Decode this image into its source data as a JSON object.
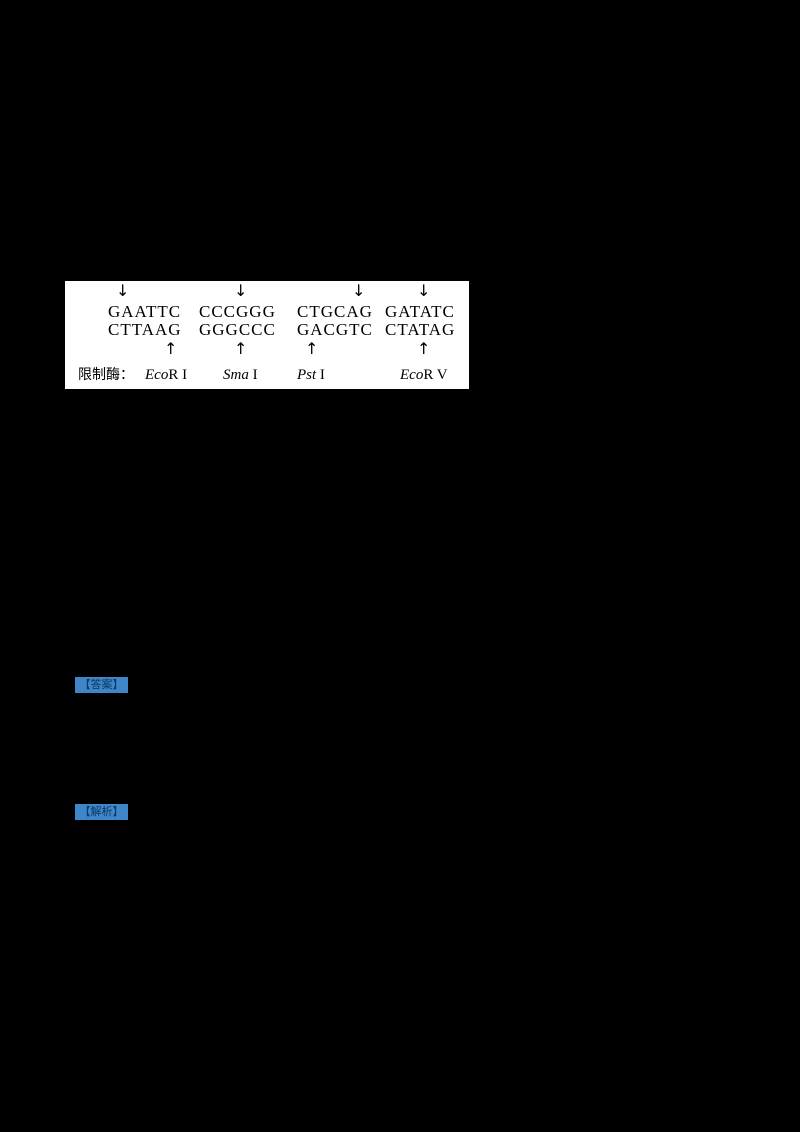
{
  "icons": {
    "cut_arrow_down": "↓",
    "cut_arrow_up": "↑"
  },
  "figure": {
    "enzyme_label": "限制酶：",
    "strands": {
      "top": [
        "GAATTC",
        "CCCGGG",
        "CTGCAG",
        "GATATC"
      ],
      "bottom": [
        "CTTAAG",
        "GGGCCC",
        "GACGTC",
        "CTATAG"
      ]
    },
    "enzymes": [
      {
        "italic": "Eco",
        "rest": "R I"
      },
      {
        "italic": "Sma",
        "rest": " I"
      },
      {
        "italic": "Pst",
        "rest": " I"
      },
      {
        "italic": "Eco",
        "rest": "R V"
      }
    ]
  },
  "badges": [
    {
      "label": "【答案】"
    },
    {
      "label": "【解析】"
    }
  ],
  "colors": {
    "page_background": "#000000",
    "figure_background": "#ffffff",
    "badge_background": "#3e86c8"
  }
}
